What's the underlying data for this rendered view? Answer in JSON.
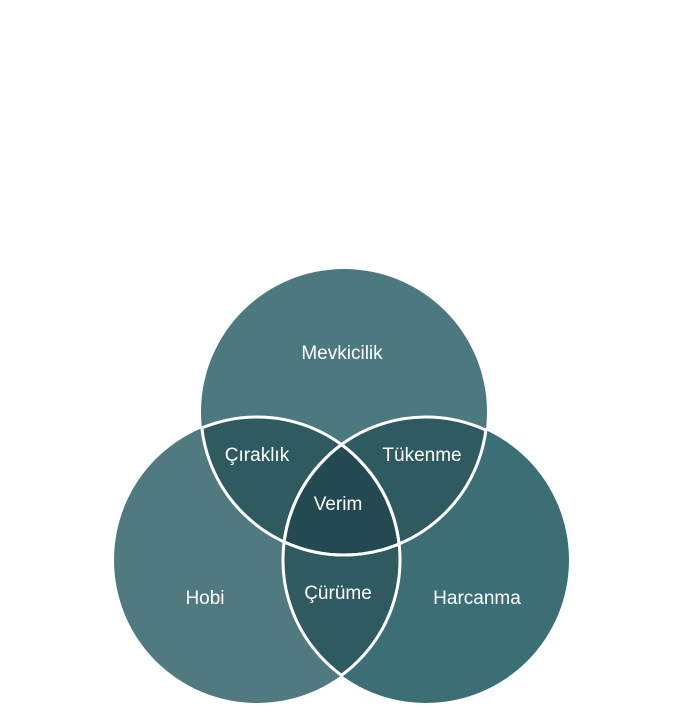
{
  "diagram": {
    "colors": {
      "circle_top": "#4c7980",
      "circle_left": "#507a80",
      "circle_right": "#3c6e76",
      "pair_overlap": "#2f5a60",
      "center_overlap": "#234a50",
      "outline": "#ffffff",
      "label": "#ffffff"
    },
    "sets": {
      "top": "Mevkicilik",
      "left": "Hobi",
      "right": "Harcanma"
    },
    "intersections": {
      "top_left": "Çıraklık",
      "top_right": "Tükenme",
      "left_right": "Çürüme",
      "all": "Verim"
    }
  }
}
